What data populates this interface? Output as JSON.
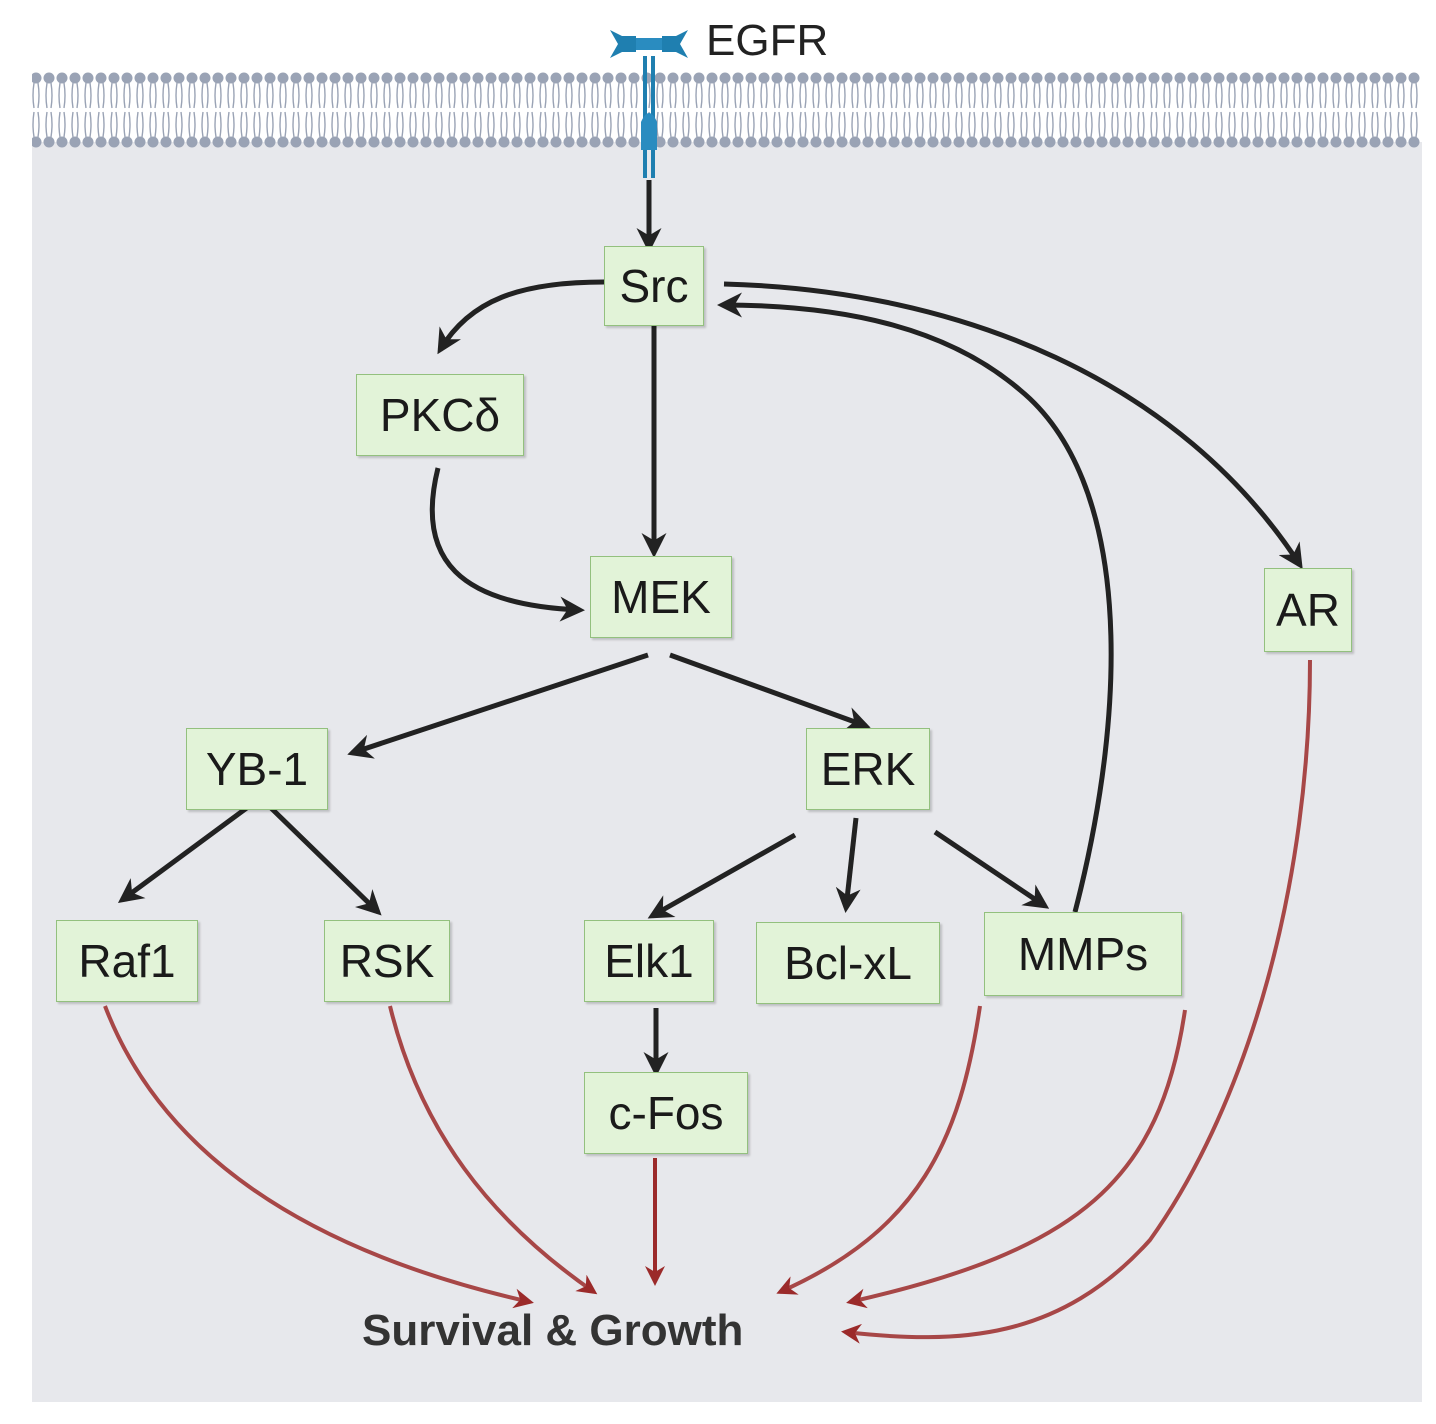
{
  "receptor": {
    "label": "EGFR",
    "icon": "egfr-receptor-icon",
    "color": "#1f7fb0"
  },
  "nodes": {
    "src": "Src",
    "pkc": "PKCδ",
    "mek": "MEK",
    "ar": "AR",
    "yb1": "YB-1",
    "erk": "ERK",
    "raf1": "Raf1",
    "rsk": "RSK",
    "elk1": "Elk1",
    "bclxl": "Bcl-xL",
    "mmps": "MMPs",
    "cfos": "c-Fos"
  },
  "outcome": "Survival & Growth",
  "colors": {
    "cell": "#e7e8ec",
    "membrane": "#9aa3b5",
    "node_fill": "#e2f3d8",
    "node_border": "#93c07e",
    "activation_arrow": "#222222",
    "outcome_arrow": "#9b2a2a"
  }
}
